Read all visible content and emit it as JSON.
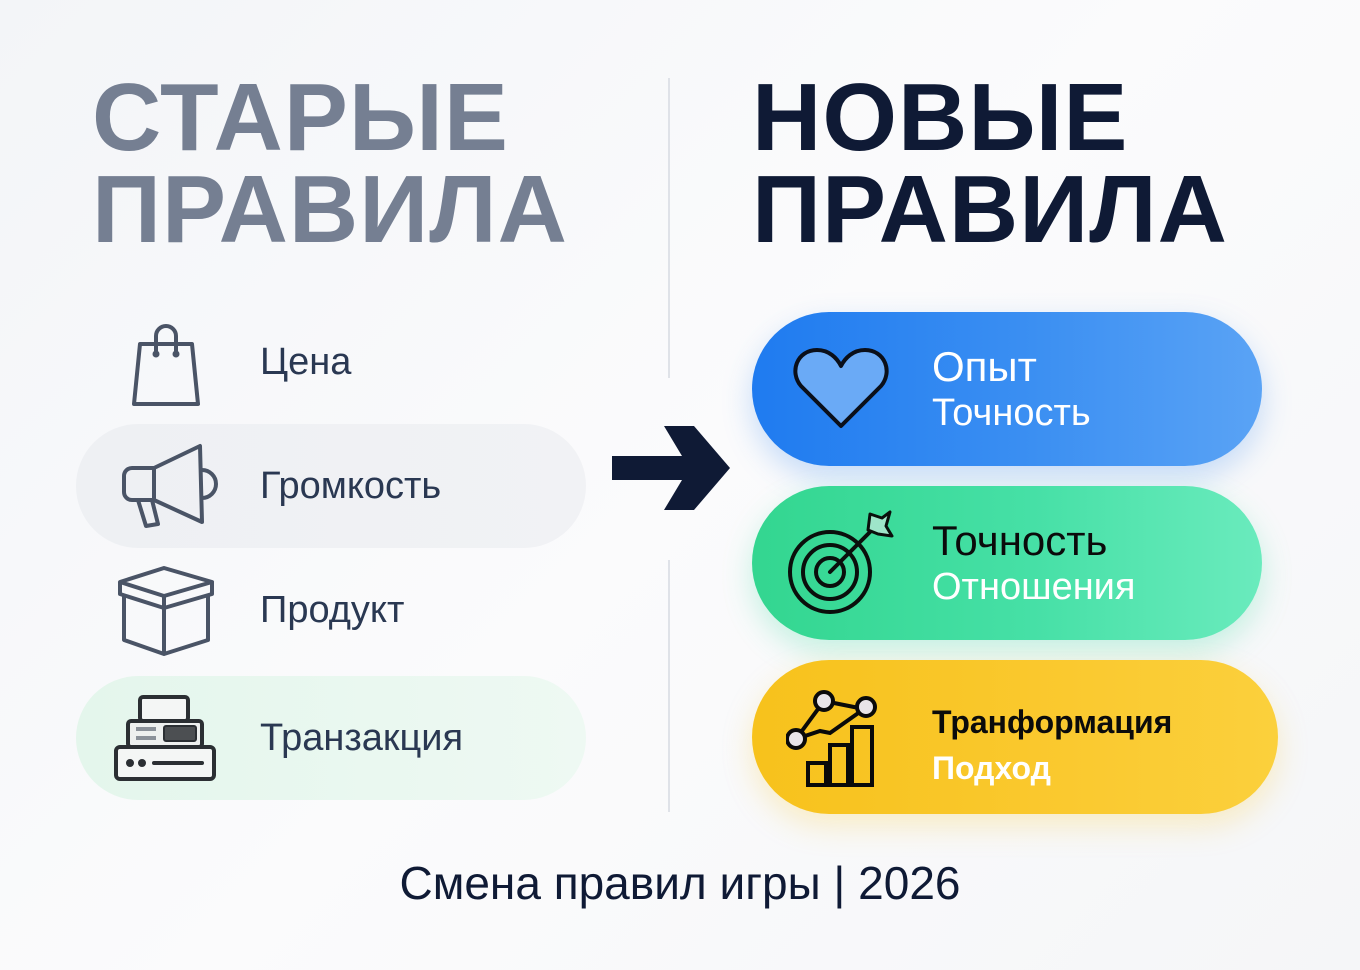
{
  "headings": {
    "old": "СТАРЫЕ\nПРАВИЛА",
    "new": "НОВЫЕ\nПРАВИЛА"
  },
  "old_rules": [
    {
      "label": "Цена",
      "icon": "shopping-bag-icon"
    },
    {
      "label": "Громкость",
      "icon": "megaphone-icon"
    },
    {
      "label": "Продукт",
      "icon": "box-icon"
    },
    {
      "label": "Транзакция",
      "icon": "cash-register-icon"
    }
  ],
  "new_rules": [
    {
      "primary": "Опыт",
      "secondary": "Точность",
      "icon": "heart-icon",
      "color": "#2f86f1"
    },
    {
      "primary": "Точность",
      "secondary": "Отношения",
      "icon": "target-icon",
      "color": "#41dc9e"
    },
    {
      "primary": "Транформация",
      "secondary": "Подход",
      "icon": "growth-chart-icon",
      "color": "#f9c526"
    }
  ],
  "transition_icon": "arrow-right-icon",
  "caption": "Смена правил игры | 2026",
  "colors": {
    "old_heading": "#757f92",
    "new_heading": "#0f1a35",
    "old_text": "#2a3852"
  }
}
